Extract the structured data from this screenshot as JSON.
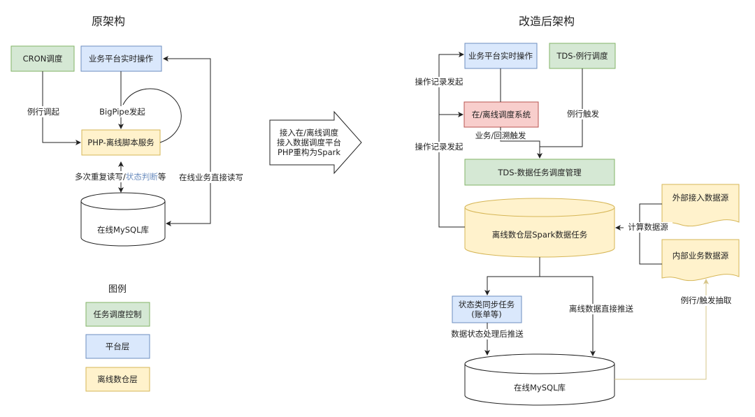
{
  "left": {
    "title": "原架构",
    "cron": "CRON调度",
    "platform": "业务平台实时操作",
    "php": "PHP-离线脚本服务",
    "mysql": "在线MySQL库",
    "edge_routine": "例行调起",
    "edge_bigpipe": "BigPipe发起",
    "edge_rw_a": "多次重复读写/",
    "edge_rw_b": "状态判断",
    "edge_rw_c": "等",
    "edge_direct": "在线业务直接读写"
  },
  "legend": {
    "title": "图例",
    "items": [
      {
        "label": "任务调度控制",
        "fill": "#d5e8d4",
        "stroke": "#82b366"
      },
      {
        "label": "平台层",
        "fill": "#dae8fc",
        "stroke": "#6c8ebf"
      },
      {
        "label": "离线数仓层",
        "fill": "#fff2cc",
        "stroke": "#d6b656"
      }
    ]
  },
  "arrow": {
    "line1": "接入在/离线调度",
    "line2": "接入数据调度平台",
    "line3": "PHP重构为Spark"
  },
  "right": {
    "title": "改造后架构",
    "platform": "业务平台实时操作",
    "tds_routine": "TDS-例行调度",
    "scheduler": "在/离线调度系统",
    "tds_mgmt": "TDS-数据任务调度管理",
    "warehouse": "离线数仓层Spark数据任务",
    "external": "外部接入数据源",
    "internal": "内部业务数据源",
    "sync_line1": "状态类同步任务",
    "sync_line2": "(账单等)",
    "mysql": "在线MySQL库",
    "edge_op1": "操作记录发起",
    "edge_op2": "操作记录发起",
    "edge_routine_trigger": "例行触发",
    "edge_backfill": "业务/回溯触发",
    "edge_compute": "计算数据源",
    "edge_push_direct": "离线数据直接推送",
    "edge_push_processed": "数据状态处理后推送",
    "edge_extract": "例行/触发抽取"
  },
  "colors": {
    "green_fill": "#d5e8d4",
    "green_stroke": "#82b366",
    "blue_fill": "#dae8fc",
    "blue_stroke": "#6c8ebf",
    "yellow_fill": "#fff2cc",
    "yellow_stroke": "#d6b656",
    "red_fill": "#f8cecc",
    "red_stroke": "#b85450",
    "line": "#222222",
    "tan_line": "#d6c58a"
  }
}
